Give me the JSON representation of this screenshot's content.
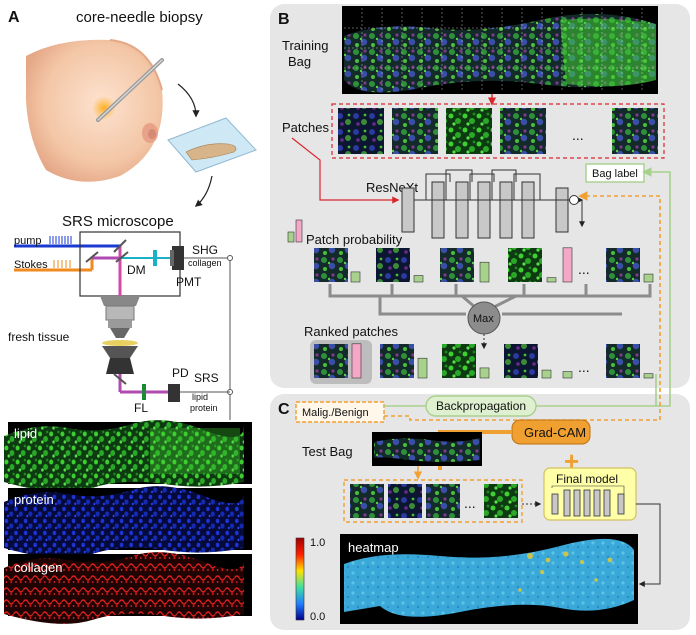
{
  "panel_a": {
    "letter": "A",
    "title_biopsy": "core-needle biopsy",
    "title_microscope": "SRS microscope",
    "label_pump": "pump",
    "label_stokes": "Stokes",
    "label_dm": "DM",
    "label_shg": "SHG",
    "label_shg_sub": "collagen",
    "label_pmt": "PMT",
    "label_fresh_tissue": "fresh tissue",
    "label_pd": "PD",
    "label_srs": "SRS",
    "label_srs_sub1": "lipid",
    "label_srs_sub2": "protein",
    "label_fl": "FL",
    "channel_lipid": "lipid",
    "channel_protein": "protein",
    "channel_collagen": "collagen"
  },
  "panel_b": {
    "letter": "B",
    "training_bag_1": "Training",
    "training_bag_2": "Bag",
    "patches": "Patches",
    "ellipsis": "...",
    "resnext": "ResNeXt",
    "bag_label": "Bag label",
    "patch_probability": "Patch probability",
    "max": "Max",
    "ranked_patches": "Ranked patches",
    "patch_probabilities": [
      0.28,
      0.18,
      0.55,
      0.12,
      0.95,
      0.22
    ],
    "ranked_probabilities": [
      0.95,
      0.55,
      0.28,
      0.22,
      0.18,
      0.12
    ]
  },
  "panel_c": {
    "letter": "C",
    "malig_benign": "Malig./Benign",
    "backpropagation": "Backpropagation",
    "grad_cam": "Grad-CAM",
    "plus": "+",
    "test_bag": "Test Bag",
    "final_model": "Final model",
    "ellipsis": "...",
    "heatmap": "heatmap",
    "scale_max": "1.0",
    "scale_min": "0.0"
  },
  "colors": {
    "panel_bg": "#e6e6e6",
    "orange": "#f0a030",
    "green_line": "#a8d08d",
    "red_line": "#d9262e",
    "prob_green": "#a9d18e",
    "prob_pink": "#f4a7c6",
    "final_model_fill": "#ffffa8",
    "lipid": "#2fd02a",
    "protein": "#1a30d8",
    "collagen": "#e01818"
  }
}
